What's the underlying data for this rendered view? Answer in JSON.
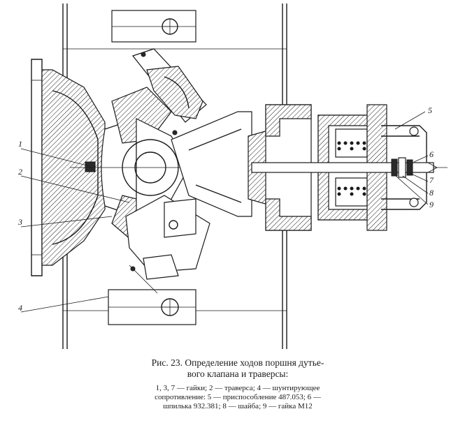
{
  "figure": {
    "callouts": [
      "1",
      "2",
      "3",
      "4",
      "5",
      "6",
      "7",
      "8",
      "9"
    ]
  },
  "caption": {
    "title_line1": "Рис. 23. Определение ходов поршня дутье-",
    "title_line2": "вого клапана и траверсы:",
    "legend_line1": "1, 3, 7 — гайки;  2 — траверса;  4 — шунтирующее",
    "legend_line2": "сопротивление:  5 — приспособление  487.053;  6 —",
    "legend_line3": "шпилька 932.381; 8 — шайба; 9 — гайка М12"
  }
}
